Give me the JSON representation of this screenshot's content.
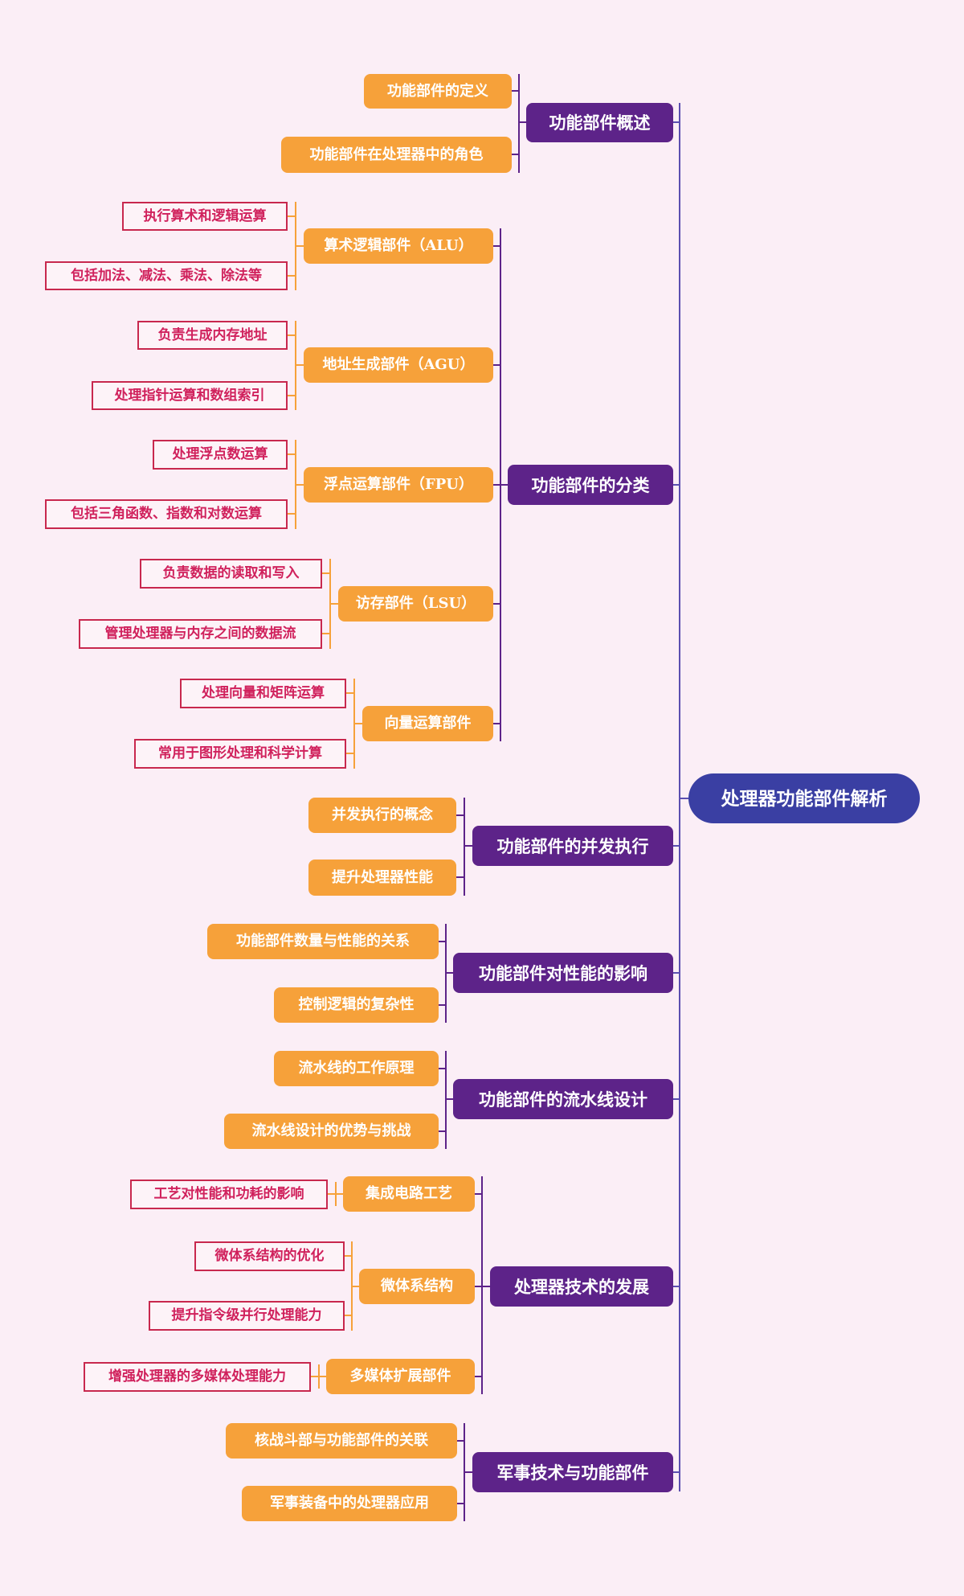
{
  "root": {
    "label": "处理器功能部件解析"
  },
  "branches": [
    {
      "label": "功能部件概述",
      "children": [
        {
          "label": "功能部件的定义"
        },
        {
          "label": "功能部件在处理器中的角色"
        }
      ]
    },
    {
      "label": "功能部件的分类",
      "children": [
        {
          "label": "算术逻辑部件（ALU）",
          "children": [
            {
              "label": "执行算术和逻辑运算"
            },
            {
              "label": "包括加法、减法、乘法、除法等"
            }
          ]
        },
        {
          "label": "地址生成部件（AGU）",
          "children": [
            {
              "label": "负责生成内存地址"
            },
            {
              "label": "处理指针运算和数组索引"
            }
          ]
        },
        {
          "label": "浮点运算部件（FPU）",
          "children": [
            {
              "label": "处理浮点数运算"
            },
            {
              "label": "包括三角函数、指数和对数运算"
            }
          ]
        },
        {
          "label": "访存部件（LSU）",
          "children": [
            {
              "label": "负责数据的读取和写入"
            },
            {
              "label": "管理处理器与内存之间的数据流"
            }
          ]
        },
        {
          "label": "向量运算部件",
          "children": [
            {
              "label": "处理向量和矩阵运算"
            },
            {
              "label": "常用于图形处理和科学计算"
            }
          ]
        }
      ]
    },
    {
      "label": "功能部件的并发执行",
      "children": [
        {
          "label": "并发执行的概念"
        },
        {
          "label": "提升处理器性能"
        }
      ]
    },
    {
      "label": "功能部件对性能的影响",
      "children": [
        {
          "label": "功能部件数量与性能的关系"
        },
        {
          "label": "控制逻辑的复杂性"
        }
      ]
    },
    {
      "label": "功能部件的流水线设计",
      "children": [
        {
          "label": "流水线的工作原理"
        },
        {
          "label": "流水线设计的优势与挑战"
        }
      ]
    },
    {
      "label": "处理器技术的发展",
      "children": [
        {
          "label": "集成电路工艺",
          "children": [
            {
              "label": "工艺对性能和功耗的影响"
            }
          ]
        },
        {
          "label": "微体系结构",
          "children": [
            {
              "label": "微体系结构的优化"
            },
            {
              "label": "提升指令级并行处理能力"
            }
          ]
        },
        {
          "label": "多媒体扩展部件",
          "children": [
            {
              "label": "增强处理器的多媒体处理能力"
            }
          ]
        }
      ]
    },
    {
      "label": "军事技术与功能部件",
      "children": [
        {
          "label": "核战斗部与功能部件的关联"
        },
        {
          "label": "军事装备中的处理器应用"
        }
      ]
    }
  ],
  "colors": {
    "background": "#fbeef6",
    "root": "#3a3fa3",
    "level1": "#5d2389",
    "level2": "#f6a13a",
    "level3_border": "#c8284e",
    "level3_text": "#d0215c",
    "connector_root": "#5b4fb0",
    "connector_level1": "#5d2389",
    "connector_level2": "#f6a13a"
  }
}
